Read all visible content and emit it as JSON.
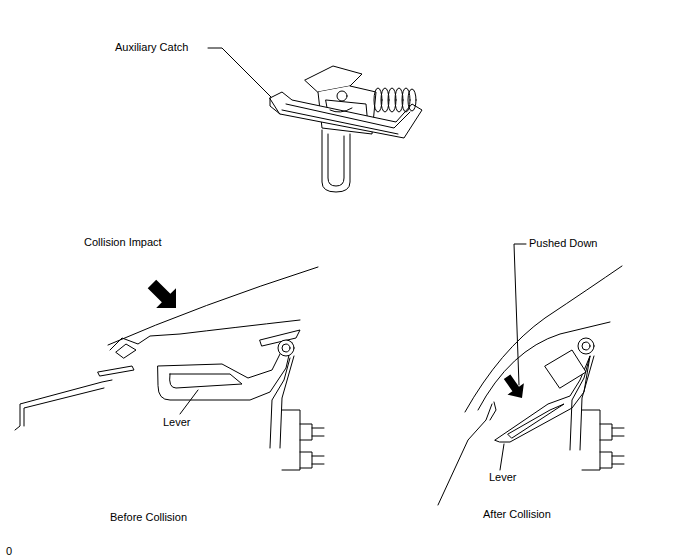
{
  "diagram": {
    "labels": [
      "Auxiliary Catch",
      "Collision Impact",
      "Lever",
      "Pushed Down",
      "Lever",
      "Before Collision",
      "After Collision",
      "0"
    ]
  }
}
